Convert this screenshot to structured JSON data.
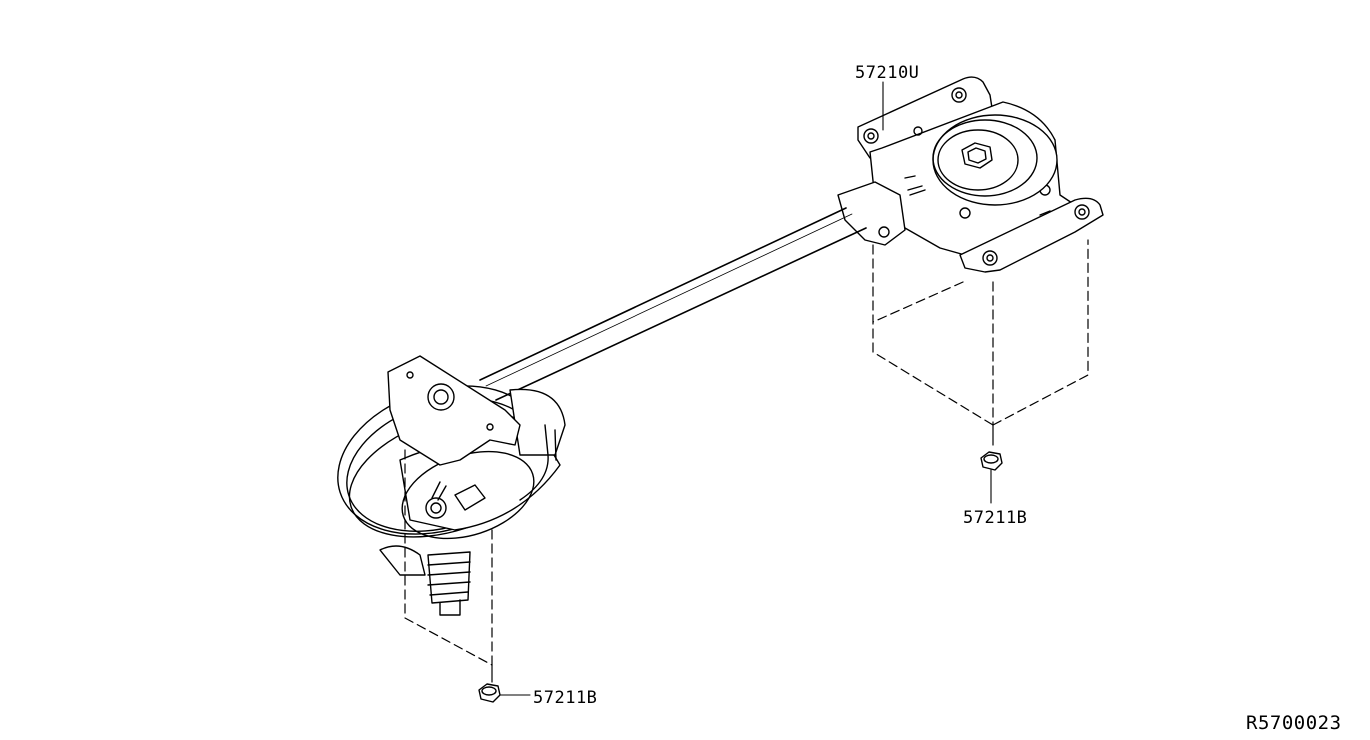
{
  "diagram": {
    "parts": [
      {
        "id": "57210U"
      },
      {
        "id": "57211B"
      },
      {
        "id": "57211B"
      }
    ],
    "reference_code": "R5700023",
    "line_color": "#000000",
    "background": "#ffffff"
  }
}
